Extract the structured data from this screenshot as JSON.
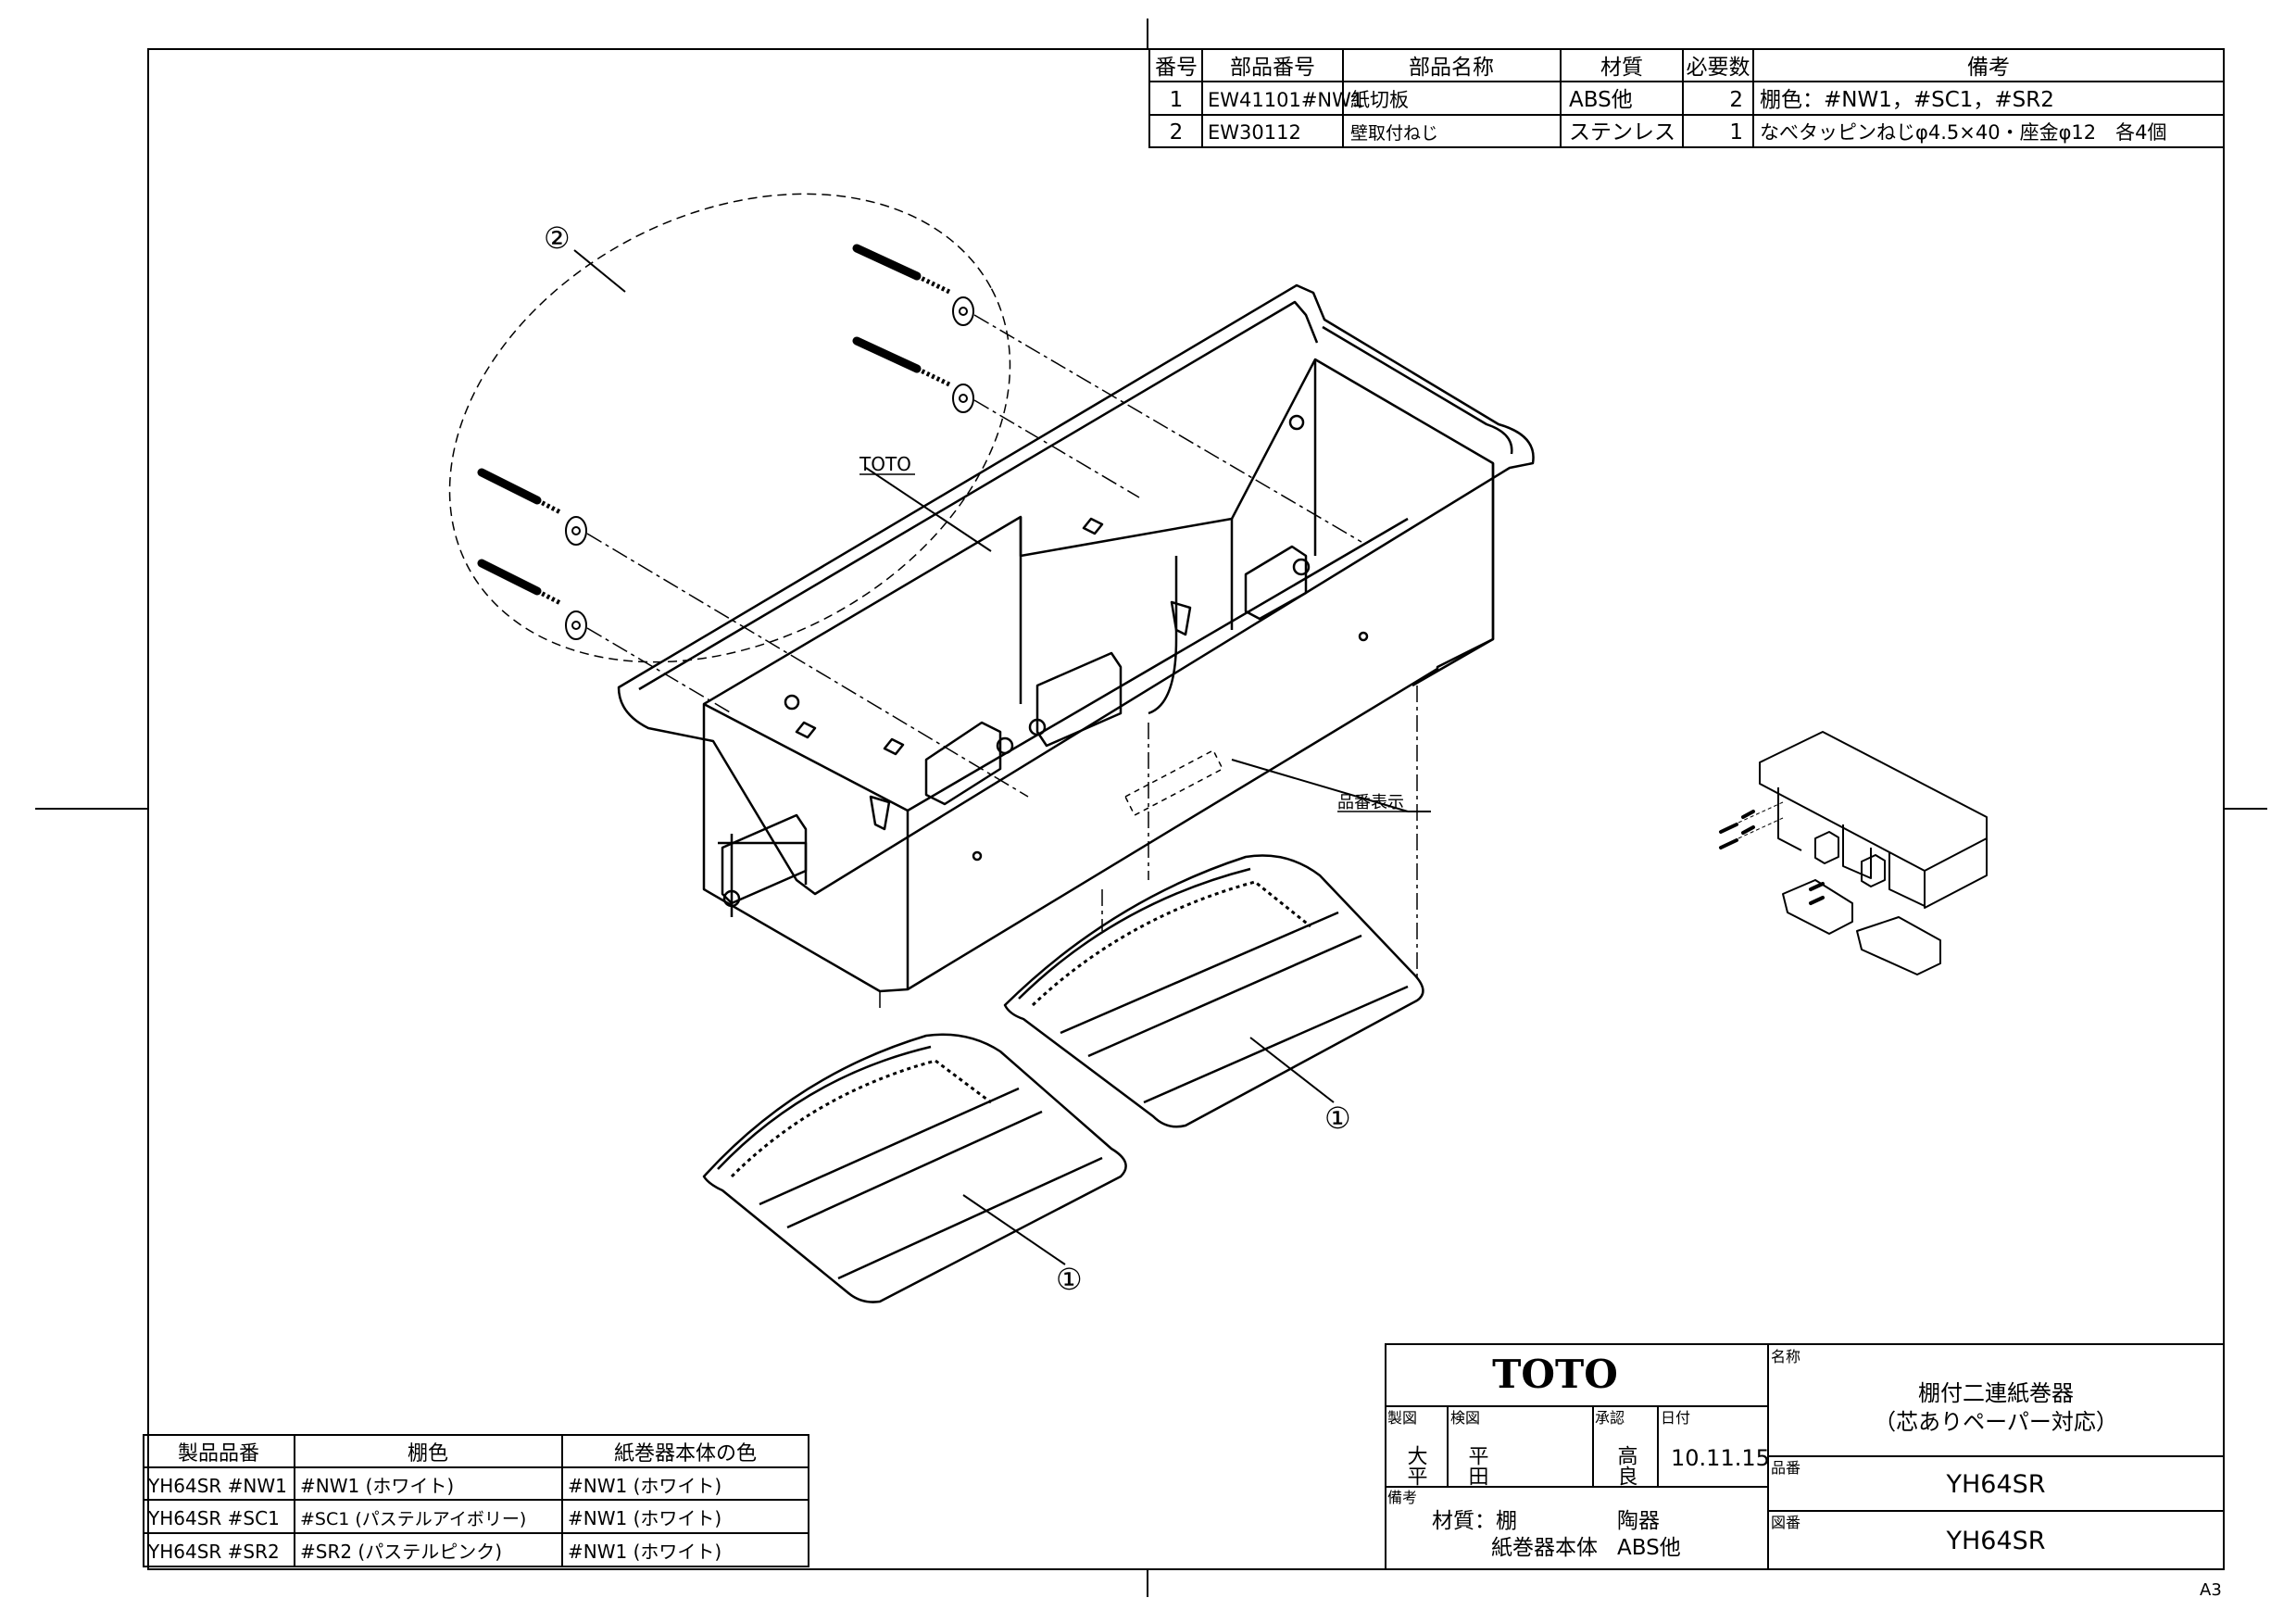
{
  "parts_table": {
    "headers": [
      "番号",
      "部品番号",
      "部品名称",
      "材質",
      "必要数",
      "備考"
    ],
    "rows": [
      [
        "1",
        "EW41101#NW1",
        "紙切板",
        "ABS他",
        "2",
        "棚色：#NW1，#SC1，#SR2"
      ],
      [
        "2",
        "EW30112",
        "壁取付ねじ",
        "ステンレス",
        "1",
        "なべタッピンねじφ4.5×40・座金φ12　各4個"
      ]
    ]
  },
  "labels": {
    "callout_2": "②",
    "callout_1a": "①",
    "callout_1b": "①",
    "toto_mark": "TOTO",
    "hinban_hyoji": "品番表示"
  },
  "product_table": {
    "headers": [
      "製品品番",
      "棚色",
      "紙巻器本体の色"
    ],
    "rows": [
      [
        "YH64SR #NW1",
        "#NW1 (ホワイト)",
        "#NW1 (ホワイト)"
      ],
      [
        "YH64SR #SC1",
        "#SC1 (パステルアイボリー)",
        "#NW1 (ホワイト)"
      ],
      [
        "YH64SR #SR2",
        "#SR2 (パステルピンク)",
        "#NW1 (ホワイト)"
      ]
    ]
  },
  "title_block": {
    "logo": "TOTO",
    "seizu_label": "製図",
    "seizu_value": "大平",
    "kenzu_label": "検図",
    "kenzu_value": "平田",
    "shonin_label": "承認",
    "shonin_value": "高良",
    "date_label": "日付",
    "date_value": "10.11.15",
    "biko_label": "備考",
    "material_line1_a": "材質：棚",
    "material_line1_b": "陶器",
    "material_line2_a": "紙巻器本体",
    "material_line2_b": "ABS他",
    "name_label": "名称",
    "name_line1": "棚付二連紙巻器",
    "name_line2": "（芯ありペーパー対応）",
    "hinban_label": "品番",
    "hinban_value": "YH64SR",
    "zuban_label": "図番",
    "zuban_value": "YH64SR"
  },
  "sheet_size": "A3"
}
